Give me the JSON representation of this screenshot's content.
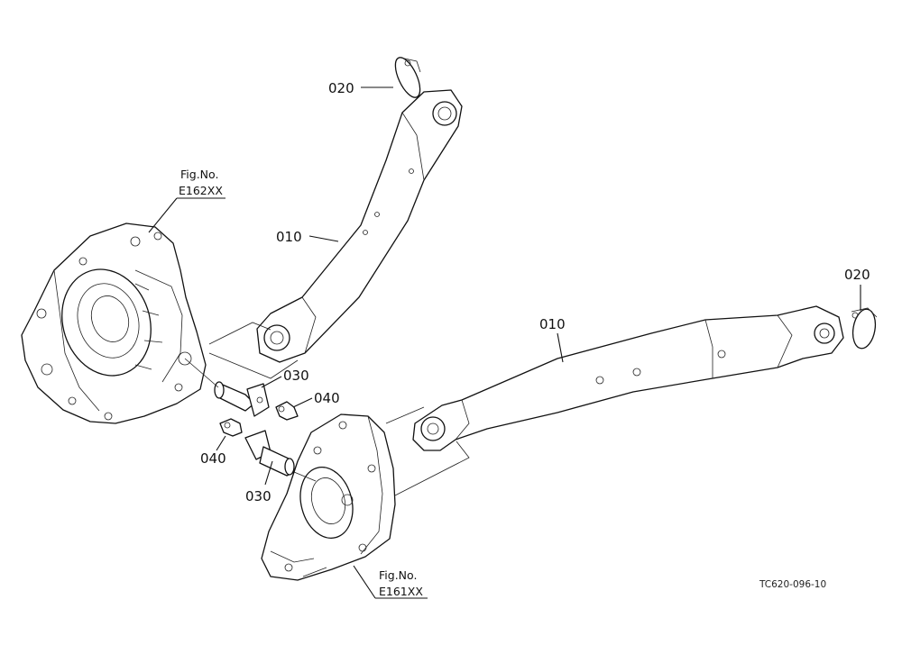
{
  "labels": {
    "top_clip": "020",
    "top_link": "010",
    "right_clip": "020",
    "lower_link": "010",
    "upper_pin": "030",
    "upper_bolt": "040",
    "lower_bolt": "040",
    "lower_pin": "030"
  },
  "references": {
    "left_housing": {
      "prefix": "Fig.No.",
      "number": "E162XX"
    },
    "right_housing": {
      "prefix": "Fig.No.",
      "number": "E161XX"
    }
  },
  "drawing_code": "TC620-096-10"
}
